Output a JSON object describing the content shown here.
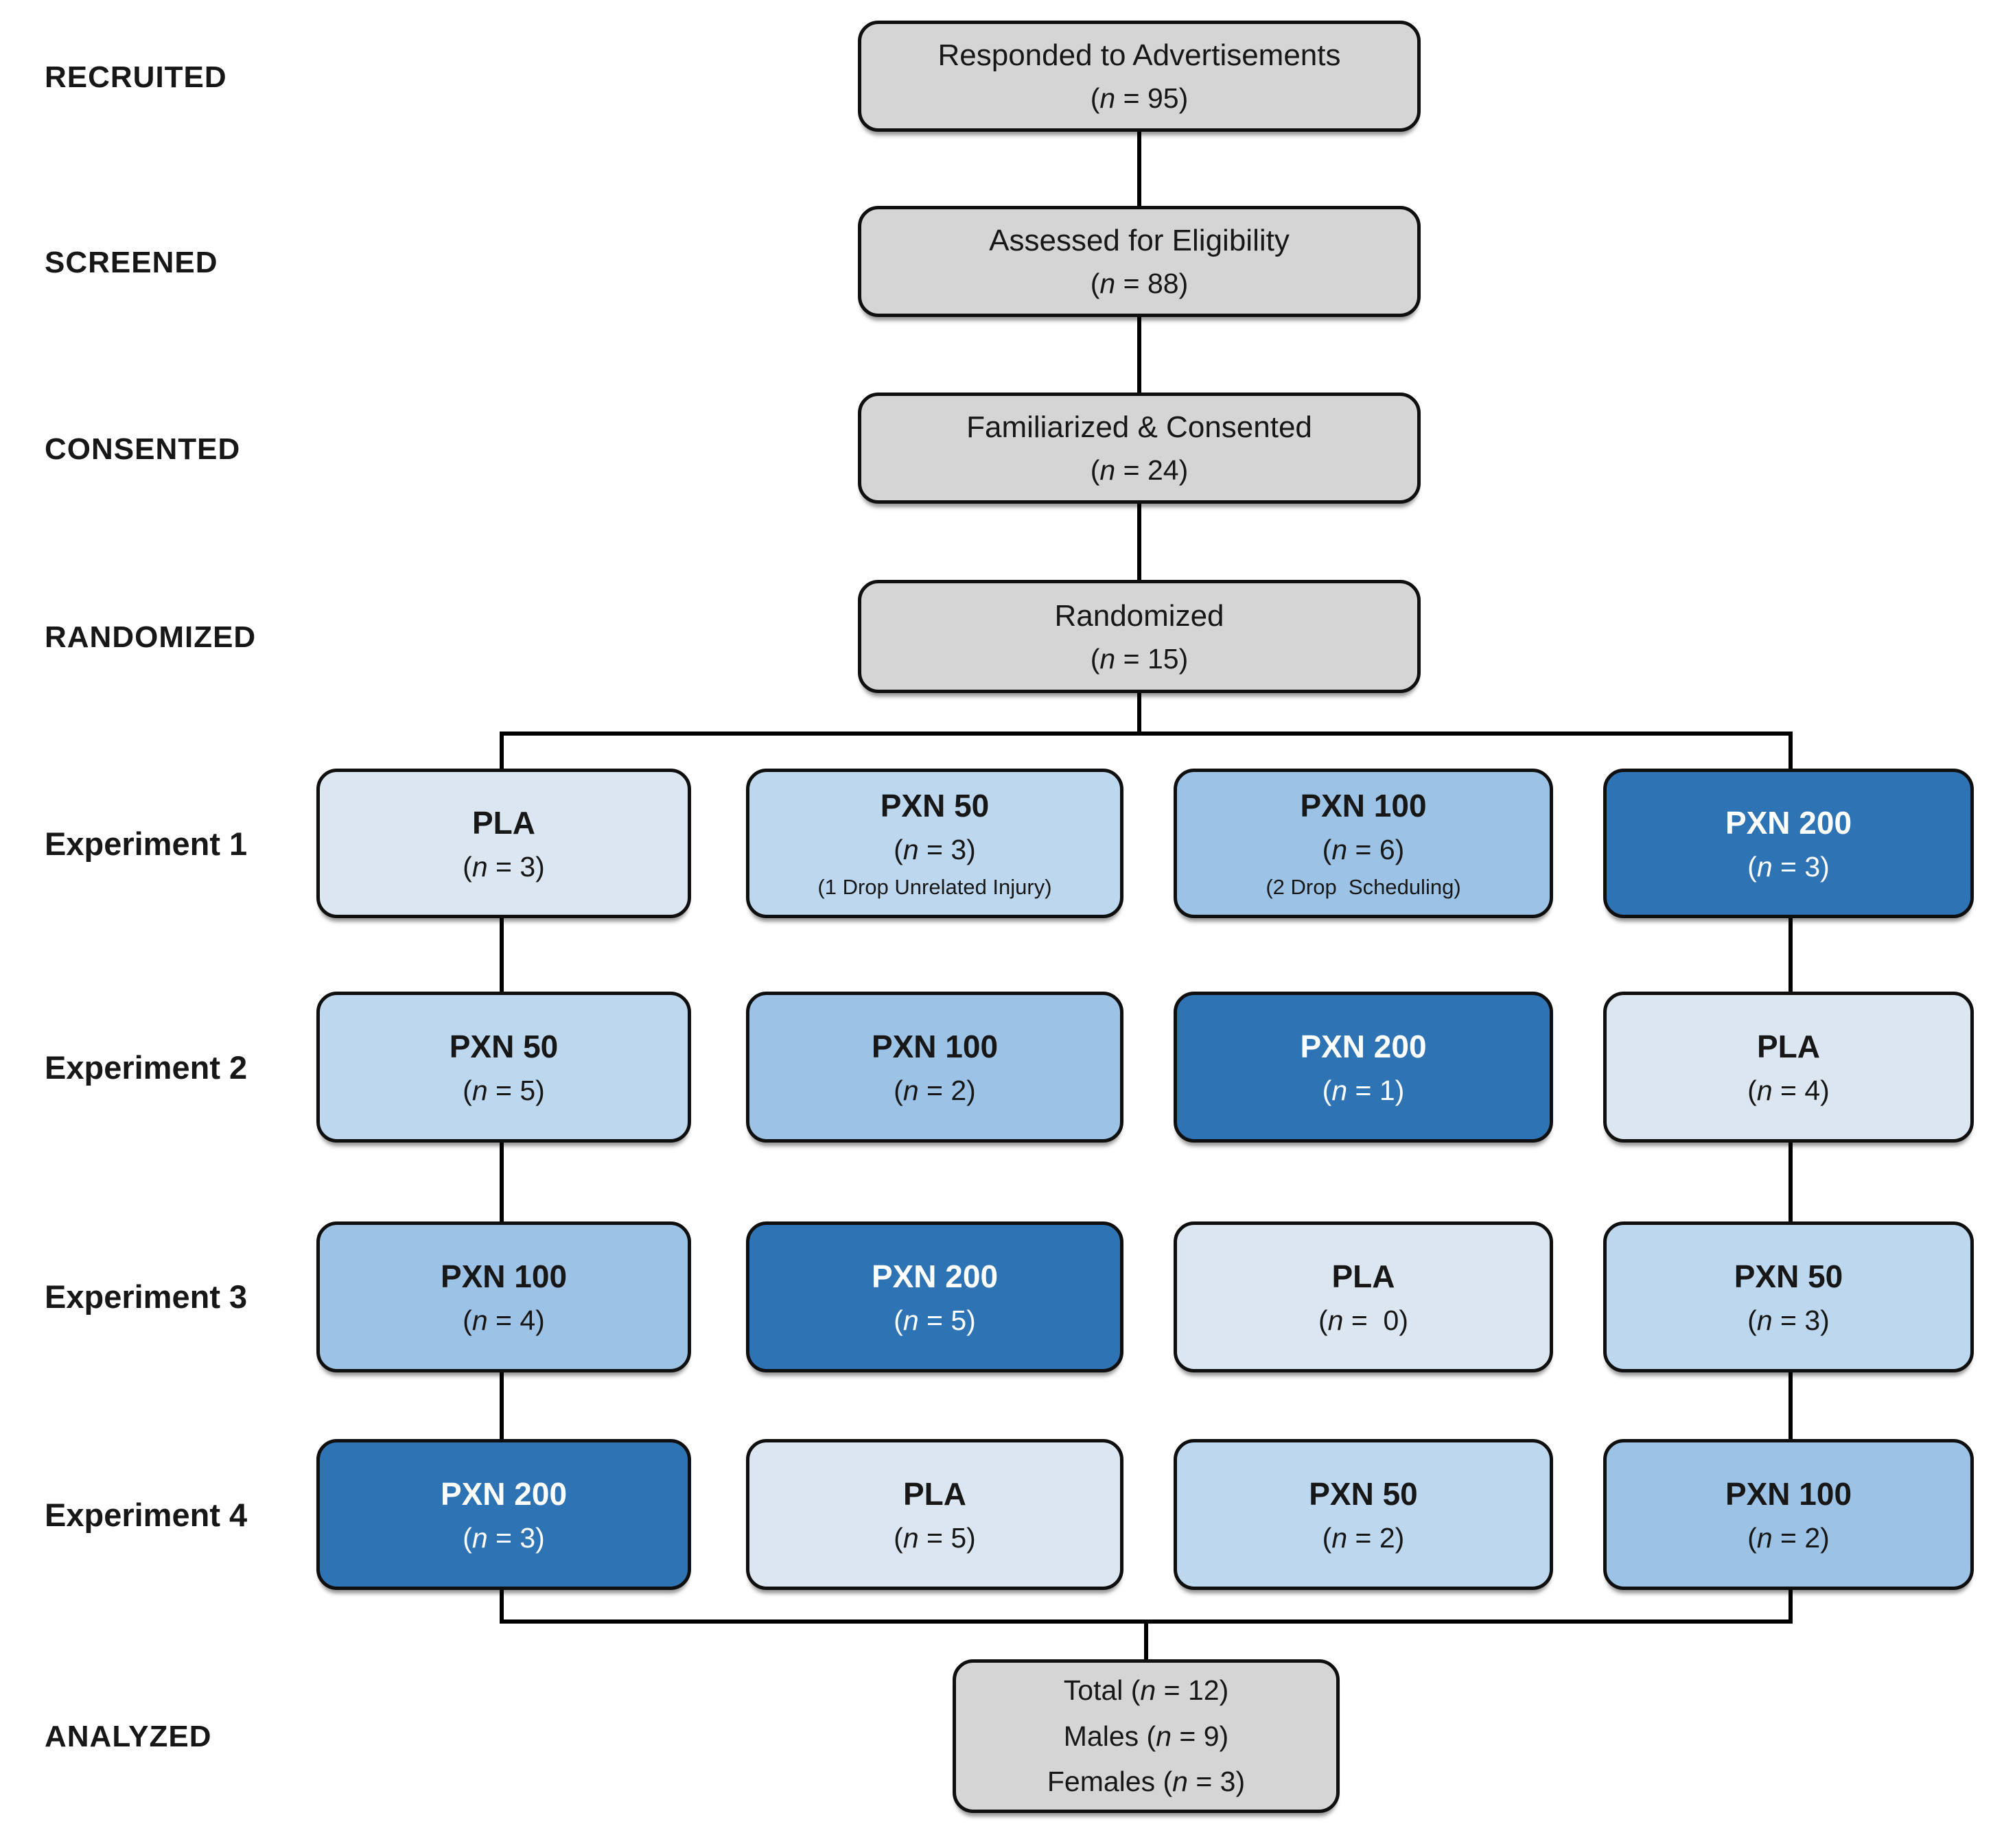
{
  "colors": {
    "stage_fill": "#d5d5d5",
    "pla_fill": "#dce6f1",
    "pxn50_fill": "#bdd7ee",
    "pxn100_fill": "#9cc3e5",
    "pxn200_fill": "#2e74b5",
    "border": "#0f0f0f",
    "line": "#000000",
    "text_dark": "#171717",
    "text_light": "#ffffff"
  },
  "stages": [
    {
      "label": "RECRUITED",
      "title": "Responded to Advertisements",
      "count": "(n = 95)"
    },
    {
      "label": "SCREENED",
      "title": "Assessed for Eligibility",
      "count": "(n = 88)"
    },
    {
      "label": "CONSENTED",
      "title": "Familiarized & Consented",
      "count": "(n = 24)"
    },
    {
      "label": "RANDOMIZED",
      "title": "Randomized",
      "count": "(n = 15)"
    }
  ],
  "experiments": [
    {
      "label": "Experiment 1",
      "boxes": [
        {
          "treatment": "PLA",
          "count": "(n = 3)"
        },
        {
          "treatment": "PXN 50",
          "count": "(n = 3)",
          "note": "(1 Drop Unrelated Injury)"
        },
        {
          "treatment": "PXN 100",
          "count": "(n = 6)",
          "note": "(2 Drop  Scheduling)"
        },
        {
          "treatment": "PXN 200",
          "count": "(n = 3)"
        }
      ]
    },
    {
      "label": "Experiment 2",
      "boxes": [
        {
          "treatment": "PXN 50",
          "count": "(n = 5)"
        },
        {
          "treatment": "PXN 100",
          "count": "(n = 2)"
        },
        {
          "treatment": "PXN 200",
          "count": "(n = 1)"
        },
        {
          "treatment": "PLA",
          "count": "(n = 4)"
        }
      ]
    },
    {
      "label": "Experiment 3",
      "boxes": [
        {
          "treatment": "PXN 100",
          "count": "(n = 4)"
        },
        {
          "treatment": "PXN 200",
          "count": "(n = 5)"
        },
        {
          "treatment": "PLA",
          "count": "(n =  0)"
        },
        {
          "treatment": "PXN 50",
          "count": "(n = 3)"
        }
      ]
    },
    {
      "label": "Experiment 4",
      "boxes": [
        {
          "treatment": "PXN 200",
          "count": "(n = 3)"
        },
        {
          "treatment": "PLA",
          "count": "(n = 5)"
        },
        {
          "treatment": "PXN 50",
          "count": "(n = 2)"
        },
        {
          "treatment": "PXN 100",
          "count": "(n = 2)"
        }
      ]
    }
  ],
  "analyzed": {
    "label": "ANALYZED",
    "total": "Total (n = 12)",
    "males": "Males (n = 9)",
    "females": "Females (n = 3)"
  }
}
